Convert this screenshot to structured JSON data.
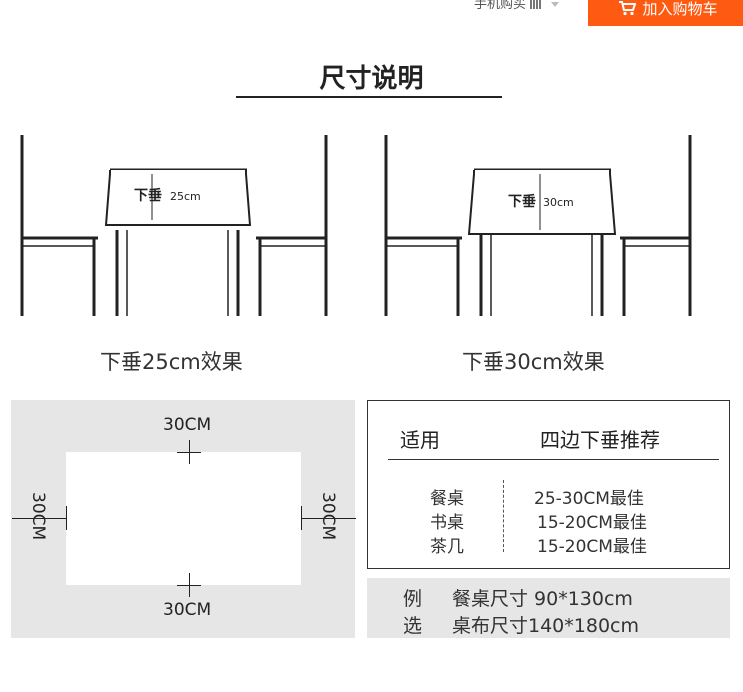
{
  "header": {
    "mobile_buy": "手机购买",
    "add_to_cart": "加入购物车"
  },
  "title": "尺寸说明",
  "illustrations": [
    {
      "tag": "下垂",
      "tag_value": "25cm",
      "caption": "下垂25cm效果"
    },
    {
      "tag": "下垂",
      "tag_value": "30cm",
      "caption": "下垂30cm效果"
    }
  ],
  "measure": {
    "top": "30CM",
    "bottom": "30CM",
    "left": "30CM",
    "right": "30CM"
  },
  "recommend": {
    "col1": "适用",
    "col2": "四边下垂推荐",
    "rows": [
      {
        "type": "餐桌",
        "value": "25-30CM最佳"
      },
      {
        "type": "书桌",
        "value": "15-20CM最佳"
      },
      {
        "type": "茶几",
        "value": "15-20CM最佳"
      }
    ]
  },
  "example": {
    "label1": "例",
    "text1": "餐桌尺寸 90*130cm",
    "label2": "选",
    "text2": "桌布尺寸140*180cm"
  },
  "colors": {
    "accent": "#ff5a12",
    "panel": "#e6e6e6"
  },
  "icons": [
    "qr-code-icon",
    "cart-icon",
    "chevron-down-icon"
  ]
}
